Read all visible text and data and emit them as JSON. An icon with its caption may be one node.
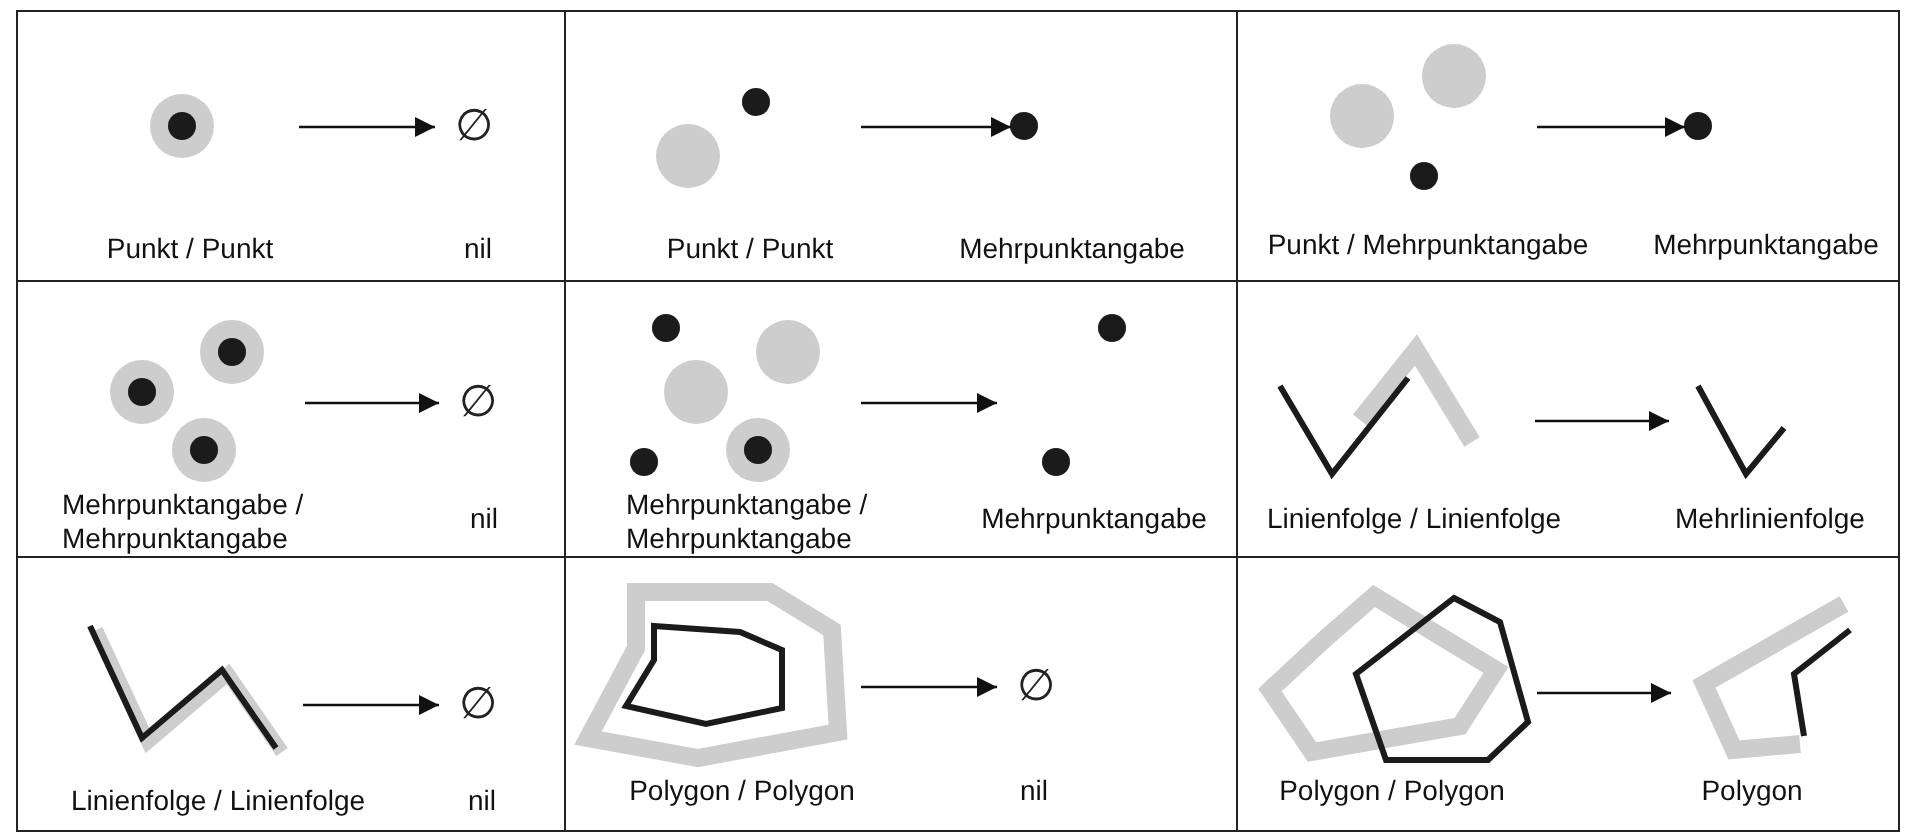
{
  "diagram": {
    "nodes": [
      {
        "text": [],
        "shape": "box"
      },
      {
        "text": [],
        "shape": "picture",
        "in": 0,
        "beside": [
          "Punkt / Punkt"
        ]
      },
      {
        "text": [
          "∅"
        ],
        "in": 0,
        "beside": [
          "nil"
        ]
      },
      {
        "text": [],
        "shape": "box"
      },
      {
        "text": [],
        "shape": "picture",
        "in": 3,
        "beside": [
          "Punkt / Punkt"
        ]
      },
      {
        "text": [],
        "shape": "circle",
        "in": 3
      },
      {
        "text": [],
        "shape": "box"
      },
      {
        "text": [],
        "shape": "picture",
        "in": 6,
        "beside": [
          "Punkt / Mehrpunktangabe"
        ]
      },
      {
        "text": [],
        "shape": "circle",
        "in": 6,
        "beside": [
          "Mehrpunktangabe"
        ]
      },
      {
        "text": [],
        "shape": "box"
      },
      {
        "text": [],
        "shape": "picture",
        "in": 9,
        "beside": [
          "Mehrpunktangabe / Mehrpunktangabe"
        ]
      },
      {
        "text": [
          "∅"
        ],
        "in": 9,
        "beside": [
          "nil"
        ]
      },
      {
        "text": [],
        "shape": "box"
      },
      {
        "text": [],
        "shape": "picture",
        "in": 12,
        "beside": [
          "Mehrpunktangabe / Mehrpunktangabe"
        ]
      },
      {
        "text": [],
        "shape": "picture",
        "in": 12,
        "beside": [
          "Mehrpunktangabe"
        ]
      },
      {
        "text": [],
        "shape": "box"
      },
      {
        "text": [],
        "shape": "picture",
        "in": 15,
        "beside": [
          "Linienfolge / Linienfolge"
        ]
      },
      {
        "text": [],
        "shape": "picture",
        "in": 15,
        "beside": [
          "Mehrlinienfolge"
        ]
      },
      {
        "text": [],
        "shape": "box"
      },
      {
        "text": [],
        "shape": "picture",
        "in": 18,
        "beside": [
          "Linienfolge / Linienfolge"
        ]
      },
      {
        "text": [
          "∅"
        ],
        "in": 18,
        "beside": [
          "nil"
        ]
      },
      {
        "text": [],
        "shape": "box"
      },
      {
        "text": [],
        "shape": "picture",
        "in": 21,
        "beside": [
          "Polygon / Polygon"
        ]
      },
      {
        "text": [
          "∅"
        ],
        "in": 21,
        "beside": [
          "nil"
        ]
      },
      {
        "text": [],
        "shape": "box"
      },
      {
        "text": [],
        "shape": "picture",
        "in": 24,
        "beside": [
          "Polygon / Polygon"
        ]
      },
      {
        "text": [],
        "shape": "picture",
        "in": 24,
        "beside": [
          "Polygon"
        ]
      }
    ],
    "edges": [
      {
        "from": 1,
        "to": 2,
        "arrow": "to"
      },
      {
        "from": 4,
        "to": 5,
        "arrow": "to"
      },
      {
        "from": 7,
        "to": 8,
        "arrow": "to"
      },
      {
        "from": 10,
        "to": 11,
        "arrow": "to"
      },
      {
        "from": 13,
        "to": 14,
        "arrow": "to"
      },
      {
        "from": 16,
        "to": 17,
        "arrow": "to"
      },
      {
        "from": 19,
        "to": 20,
        "arrow": "to"
      },
      {
        "from": 22,
        "to": 23,
        "arrow": "to"
      },
      {
        "from": 25,
        "to": 26,
        "arrow": "to"
      }
    ],
    "labels": [
      "Mehrpunktangabe"
    ]
  }
}
